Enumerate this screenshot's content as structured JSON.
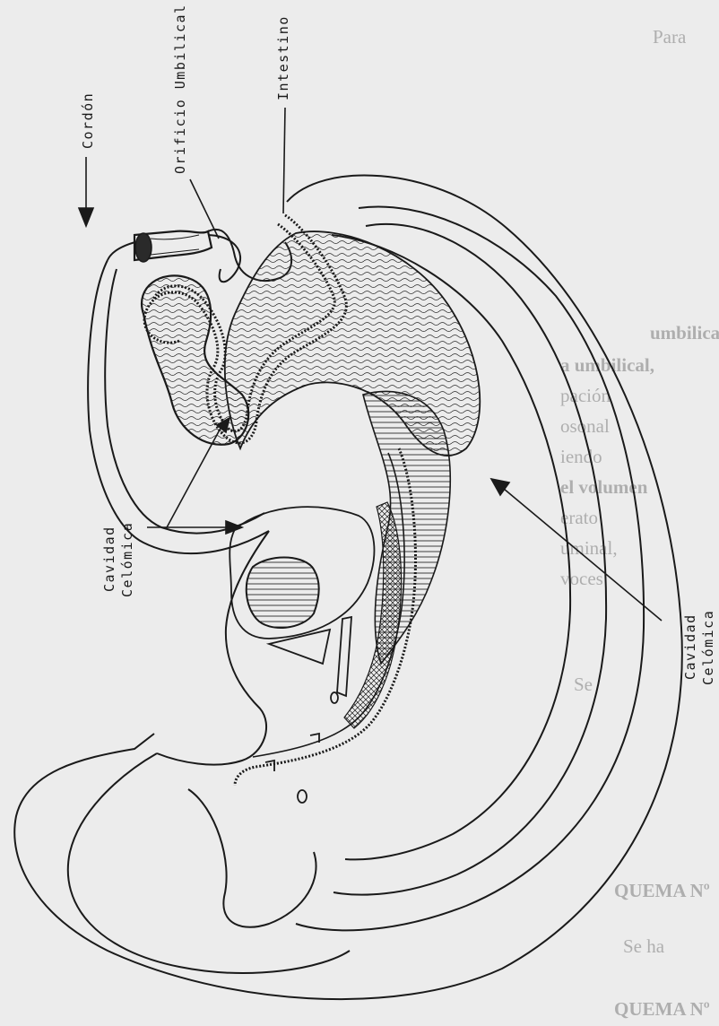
{
  "labels": {
    "cordon": "Cordón",
    "orificio_umbilical": "Orificio Umbilical",
    "intestino": "Intestino",
    "cavidad_celomica_left_line1": "Cavidad",
    "cavidad_celomica_left_line2": "Celómica",
    "cavidad_celomica_right_line1": "Cavidad",
    "cavidad_celomica_right_line2": "Celómica"
  },
  "background_text": {
    "lines": [
      "Para",
      "umbilical",
      "a umbilical,",
      "pación",
      "osonal",
      "iendo",
      "el volumen",
      "erato",
      "uminal,",
      "voces",
      "Se",
      "QUEMA Nº",
      "Se ha",
      "QUEMA Nº"
    ]
  },
  "colors": {
    "paper": "#ececec",
    "ink": "#1a1a1a",
    "bleed_text": "#7d7d7d"
  }
}
